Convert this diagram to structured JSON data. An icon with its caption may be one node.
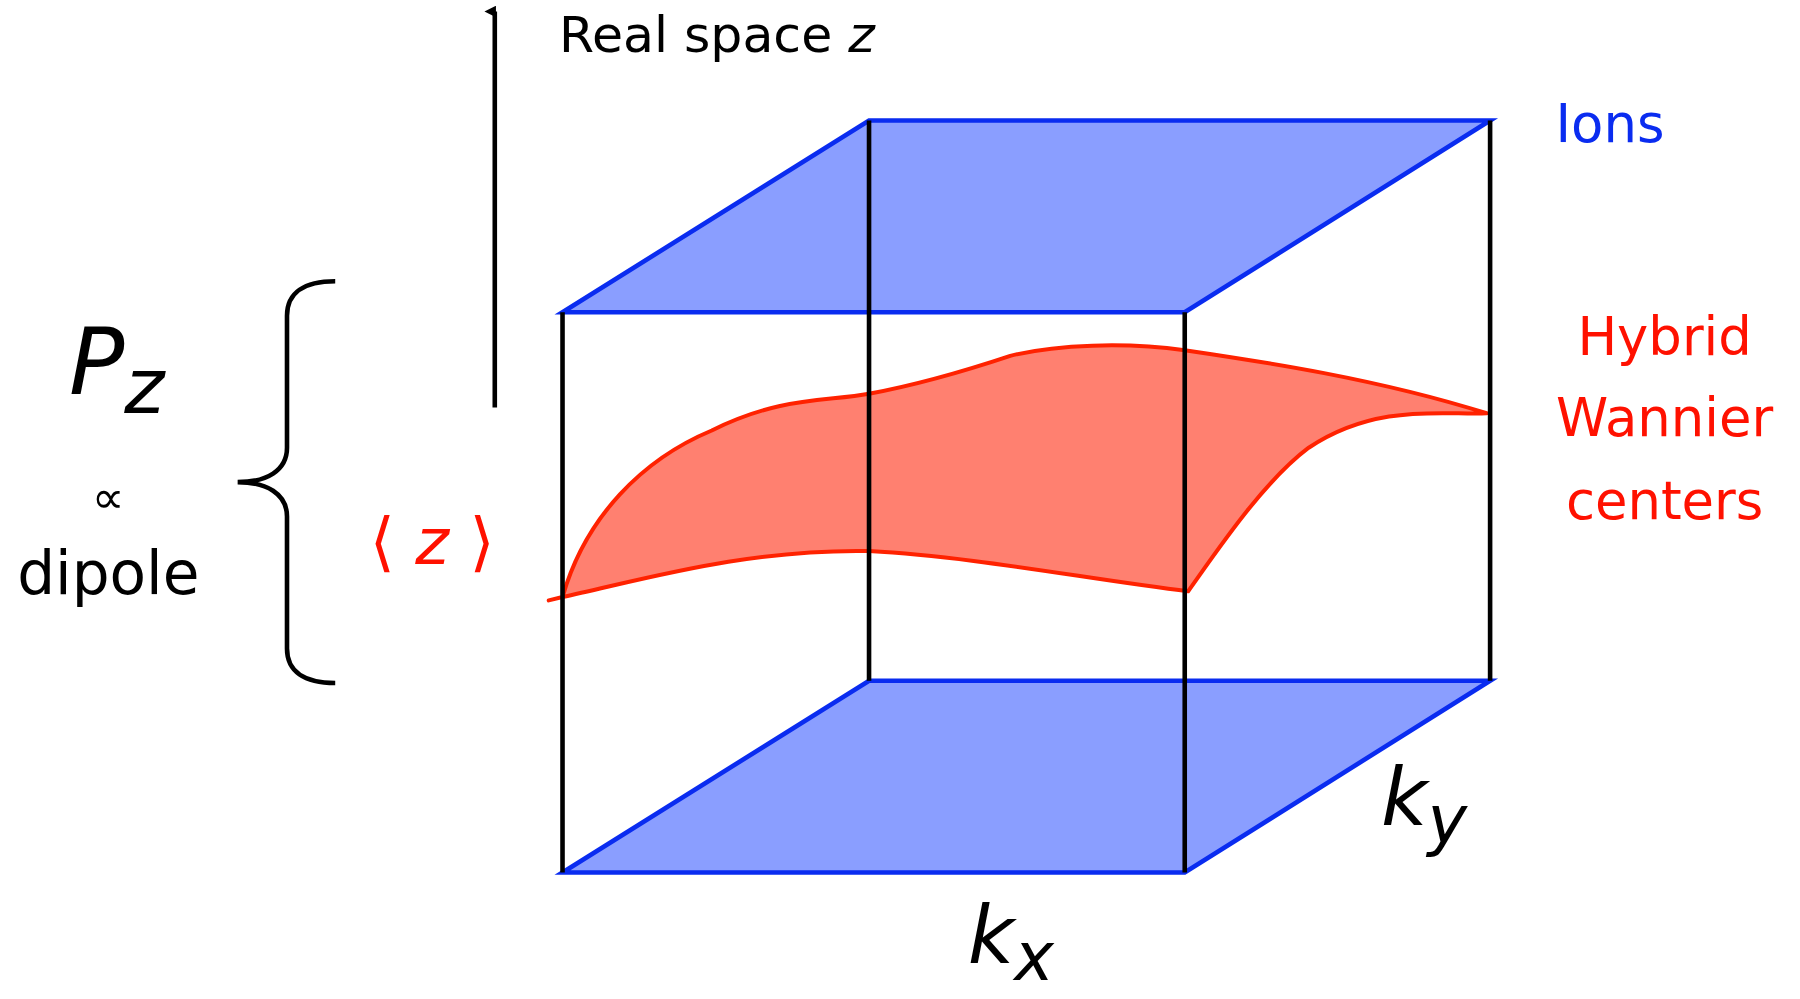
{
  "diagram": {
    "labels": [
      "Real space *z*",
      "Ions",
      "Hybrid Wannier centers",
      "P$_{z}$",
      "∝",
      "dipole",
      "⟨ *z* ⟩",
      "k$_{y}$",
      "k$_{x}$"
    ]
  }
}
